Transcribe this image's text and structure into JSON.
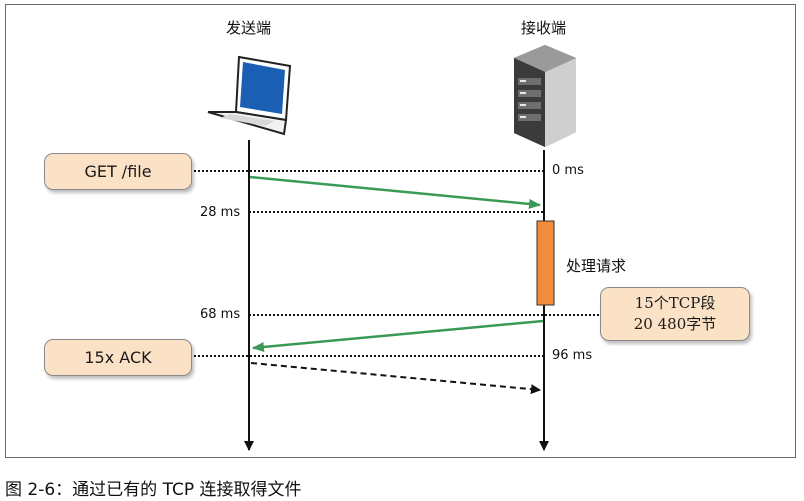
{
  "sender": {
    "title": "发送端"
  },
  "receiver": {
    "title": "接收端"
  },
  "request": {
    "label": "GET /file"
  },
  "ack": {
    "label": "15x ACK"
  },
  "times": {
    "t0": "0 ms",
    "t28": "28 ms",
    "t68": "68 ms",
    "t96": "96 ms"
  },
  "processing": {
    "label": "处理请求"
  },
  "segments": {
    "line1": "15个TCP段",
    "line2": "20 480字节"
  },
  "caption": "图 2-6：通过已有的 TCP 连接取得文件",
  "colors": {
    "arrow_green": "#3a9a55",
    "process_bar": "#f08c3a",
    "pill_fill": "#fbe2c7",
    "dark": "#111111"
  },
  "icons": {
    "sender": "laptop-icon",
    "receiver": "server-icon"
  }
}
